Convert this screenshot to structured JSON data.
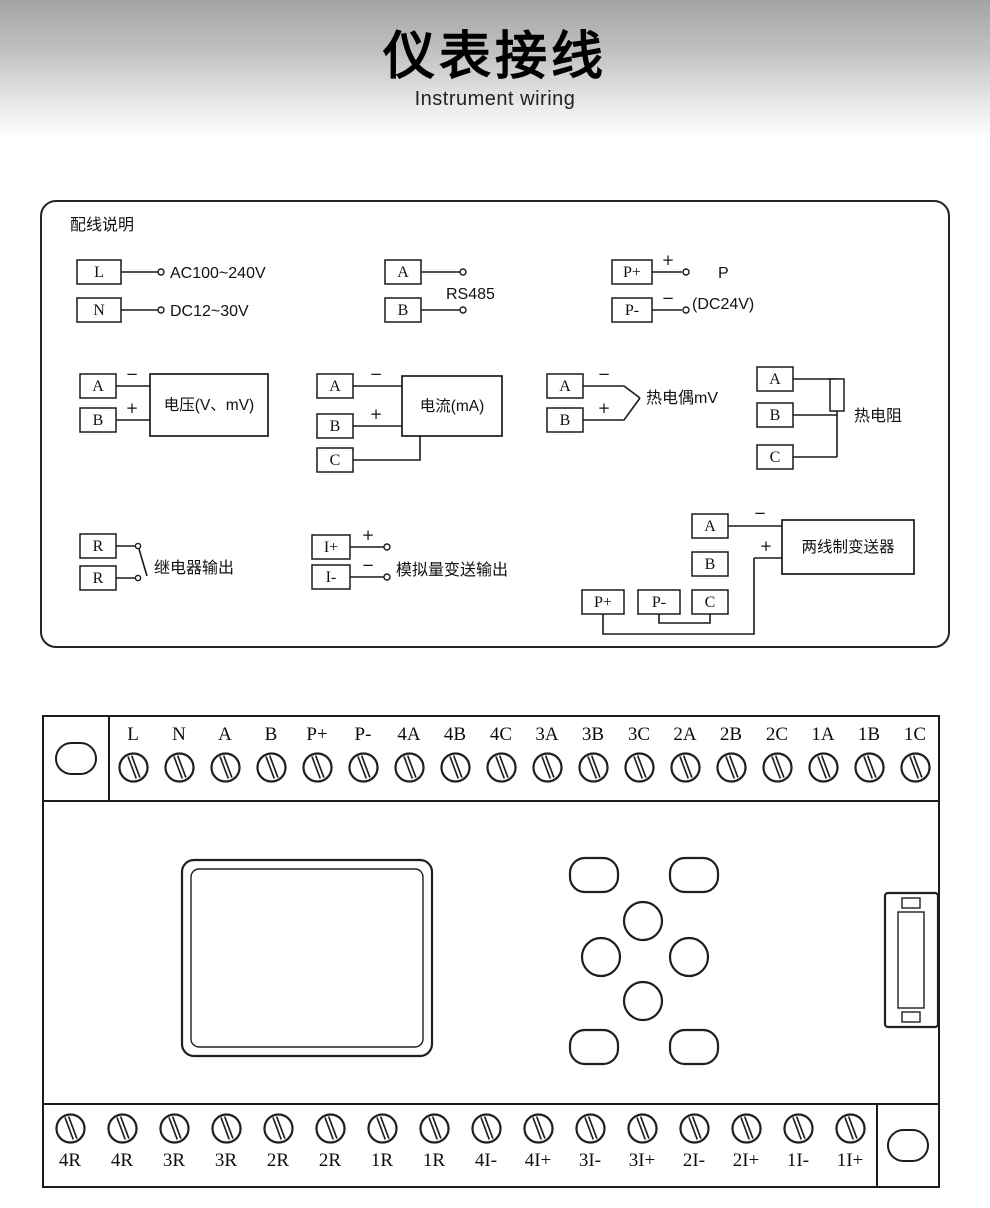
{
  "header": {
    "title": "仪表接线",
    "subtitle": "Instrument wiring"
  },
  "wiring_panel": {
    "panel_label": "配线说明",
    "signs": {
      "plus": "+",
      "minus": "−"
    },
    "mains_power": {
      "terminal_1": "L",
      "terminal_2": "N",
      "line_1_label": "AC100~240V",
      "line_2_label": "DC12~30V"
    },
    "rs485": {
      "terminal_1": "A",
      "terminal_2": "B",
      "label": "RS485"
    },
    "sensor_power": {
      "terminal_1": "P+",
      "terminal_2": "P-",
      "label_line_1": "P",
      "label_line_2": "(DC24V)"
    },
    "voltage_input": {
      "terminal_1": "A",
      "terminal_2": "B",
      "device_label": "电压(V、mV)"
    },
    "current_input": {
      "terminal_1": "A",
      "terminal_2": "B",
      "terminal_3": "C",
      "device_label": "电流(mA)"
    },
    "thermocouple_input": {
      "terminal_1": "A",
      "terminal_2": "B",
      "label": "热电偶mV"
    },
    "rtd_input": {
      "terminal_1": "A",
      "terminal_2": "B",
      "terminal_3": "C",
      "label": "热电阻"
    },
    "relay_output": {
      "terminal_1": "R",
      "terminal_2": "R",
      "label": "继电器输出"
    },
    "analog_output": {
      "terminal_1": "I+",
      "terminal_2": "I-",
      "label": "模拟量变送输出"
    },
    "two_wire_transmitter": {
      "terminal_a": "A",
      "terminal_b": "B",
      "terminal_c": "C",
      "terminal_p_plus": "P+",
      "terminal_p_minus": "P-",
      "device_label": "两线制变送器"
    }
  },
  "terminal_block": {
    "top_terminals": [
      "L",
      "N",
      "A",
      "B",
      "P+",
      "P-",
      "4A",
      "4B",
      "4C",
      "3A",
      "3B",
      "3C",
      "2A",
      "2B",
      "2C",
      "1A",
      "1B",
      "1C"
    ],
    "bottom_terminals": [
      "4R",
      "4R",
      "3R",
      "3R",
      "2R",
      "2R",
      "1R",
      "1R",
      "4I-",
      "4I+",
      "3I-",
      "3I+",
      "2I-",
      "2I+",
      "1I-",
      "1I+"
    ]
  },
  "colors": {
    "ink": "#1a1a1a",
    "header_gradient_top": "#a4a4a4"
  }
}
